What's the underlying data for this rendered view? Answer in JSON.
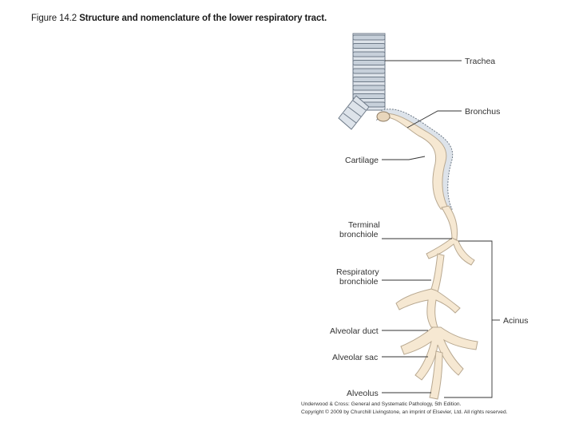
{
  "caption": {
    "prefix": "Figure 14.2",
    "title": "Structure and nomenclature of the lower respiratory tract."
  },
  "labels": {
    "trachea": "Trachea",
    "bronchus": "Bronchus",
    "cartilage": "Cartilage",
    "terminal_bronchiole_1": "Terminal",
    "terminal_bronchiole_2": "bronchiole",
    "respiratory_bronchiole_1": "Respiratory",
    "respiratory_bronchiole_2": "bronchiole",
    "alveolar_duct": "Alveolar duct",
    "alveolar_sac": "Alveolar sac",
    "alveolus": "Alveolus",
    "acinus": "Acinus"
  },
  "credit": {
    "line1": "Underwood & Cross: General and Systematic Pathology, 5th Edition.",
    "line2": "Copyright © 2009 by Churchill Livingstone, an imprint of Elsevier, Ltd. All rights reserved."
  },
  "colors": {
    "tissue": "#f6e8d2",
    "tissue_outline": "#b8a890",
    "cartilage": "#dde3ea",
    "cartilage_outline": "#6e7a88"
  }
}
